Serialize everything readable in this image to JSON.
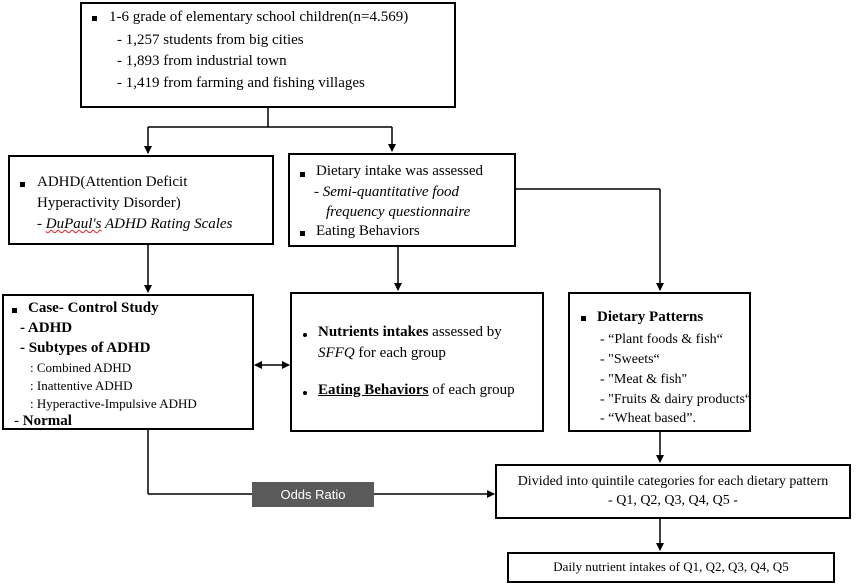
{
  "top_box": {
    "title": "1-6 grade of elementary school children(n=4.569)",
    "items": [
      "- 1,257 students from big cities",
      "- 1,893 from industrial town",
      "- 1,419 from farming and fishing villages"
    ]
  },
  "adhd_box": {
    "line1": "ADHD(Attention Deficit",
    "line2": "Hyperactivity Disorder)",
    "scale_prefix": "- ",
    "scale_name": "DuPaul's",
    "scale_rest": " ADHD Rating Scales"
  },
  "diet_box": {
    "item1": "Dietary intake was assessed",
    "item1_sub1": "- Semi-quantitative food",
    "item1_sub2": "frequency questionnaire",
    "item2": "Eating Behaviors"
  },
  "case_box": {
    "title": "Case- Control Study",
    "adhd": "- ADHD",
    "subtypes_title": "- Subtypes of ADHD",
    "subtypes": [
      ": Combined ADHD",
      ": Inattentive ADHD",
      ": Hyperactive-Impulsive ADHD"
    ],
    "normal_prefix": "- ",
    "normal": "Normal"
  },
  "nutrients_box": {
    "item1_bold": "Nutrients intakes",
    "item1_rest": " assessed by",
    "item1_line2_italic": "SFFQ",
    "item1_line2_rest": " for each group",
    "item2_bold": "Eating Behaviors",
    "item2_rest": " of each group"
  },
  "patterns_box": {
    "title": "Dietary Patterns",
    "items": [
      "- “Plant foods & fish“",
      "- \"Sweets“",
      "- \"Meat & fish\"",
      "- \"Fruits & dairy products“",
      "- “Wheat based”."
    ]
  },
  "quintile_box": {
    "line1": "Divided into quintile categories for each  dietary pattern",
    "line2": "- Q1, Q2, Q3, Q4, Q5 -"
  },
  "daily_box": {
    "text": "Daily nutrient intakes of Q1, Q2, Q3, Q4, Q5"
  },
  "odds_ratio": "Odds Ratio",
  "colors": {
    "line": "#000000",
    "odds_bg": "#5a5a5a",
    "odds_text": "#ffffff",
    "spellcheck": "#e02020"
  }
}
